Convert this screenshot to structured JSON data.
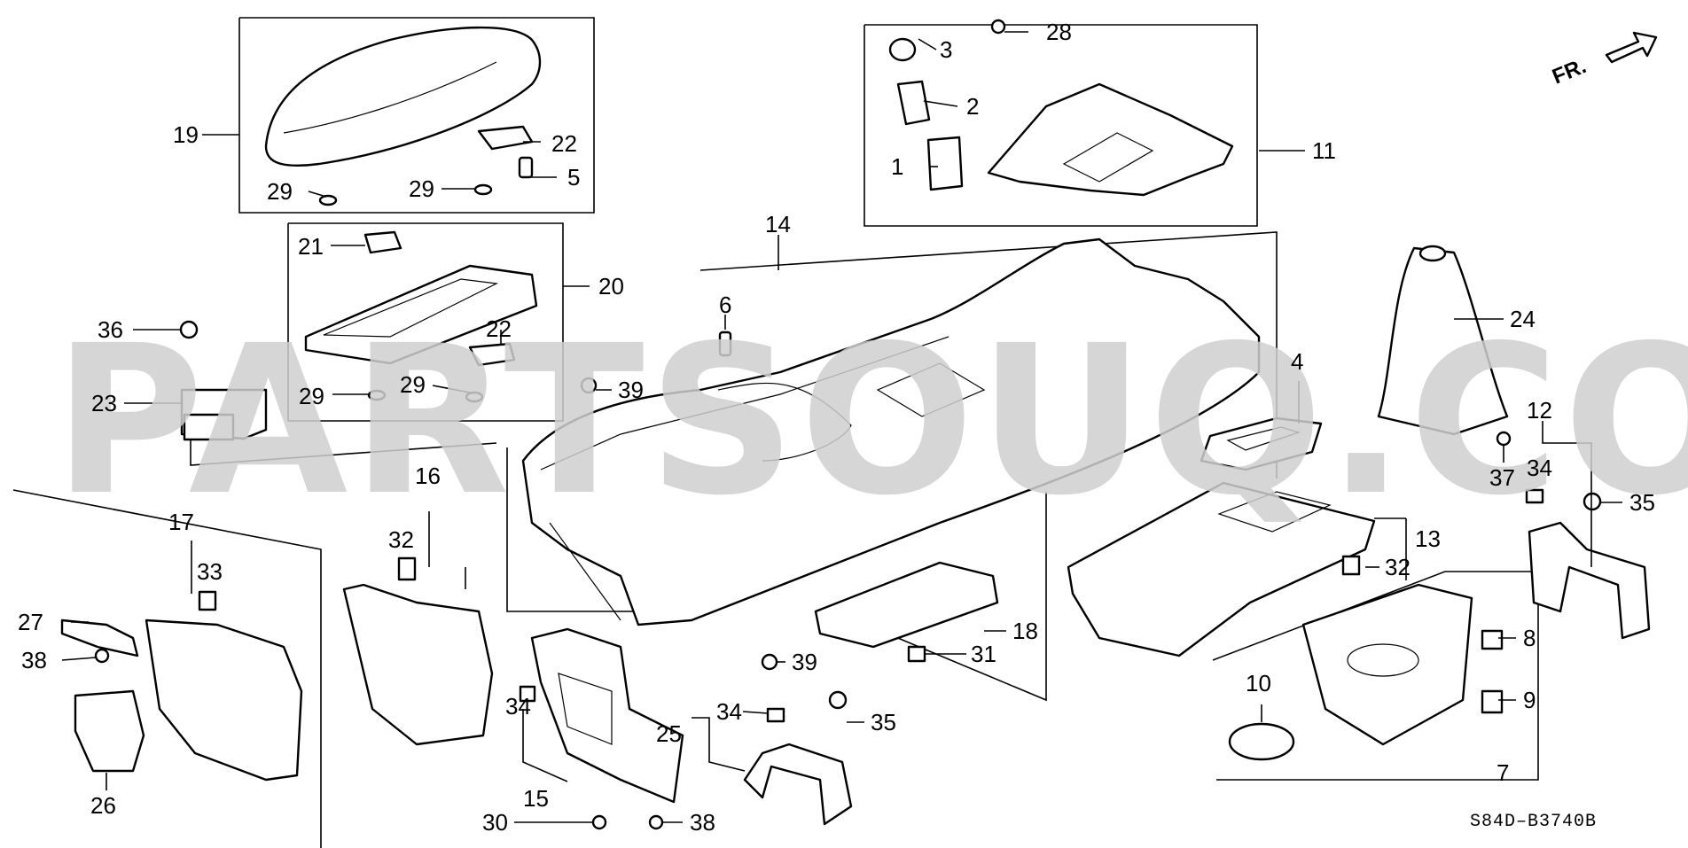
{
  "watermark": "PARTSOUQ.COM",
  "orientation_label": "FR.",
  "diagram_code": "S84D–B3740B",
  "callouts": {
    "c1": "1",
    "c2": "2",
    "c3": "3",
    "c4": "4",
    "c5": "5",
    "c6": "6",
    "c7": "7",
    "c8": "8",
    "c9": "9",
    "c10": "10",
    "c11": "11",
    "c12": "12",
    "c13": "13",
    "c14": "14",
    "c15": "15",
    "c16": "16",
    "c17": "17",
    "c18": "18",
    "c19": "19",
    "c20": "20",
    "c21": "21",
    "c22": "22",
    "c23": "23",
    "c24": "24",
    "c25": "25",
    "c26": "26",
    "c27": "27",
    "c28": "28",
    "c29": "29",
    "c30": "30",
    "c31": "31",
    "c32": "32",
    "c33": "33",
    "c34": "34",
    "c35": "35",
    "c36": "36",
    "c37": "37",
    "c38": "38",
    "c39": "39"
  }
}
